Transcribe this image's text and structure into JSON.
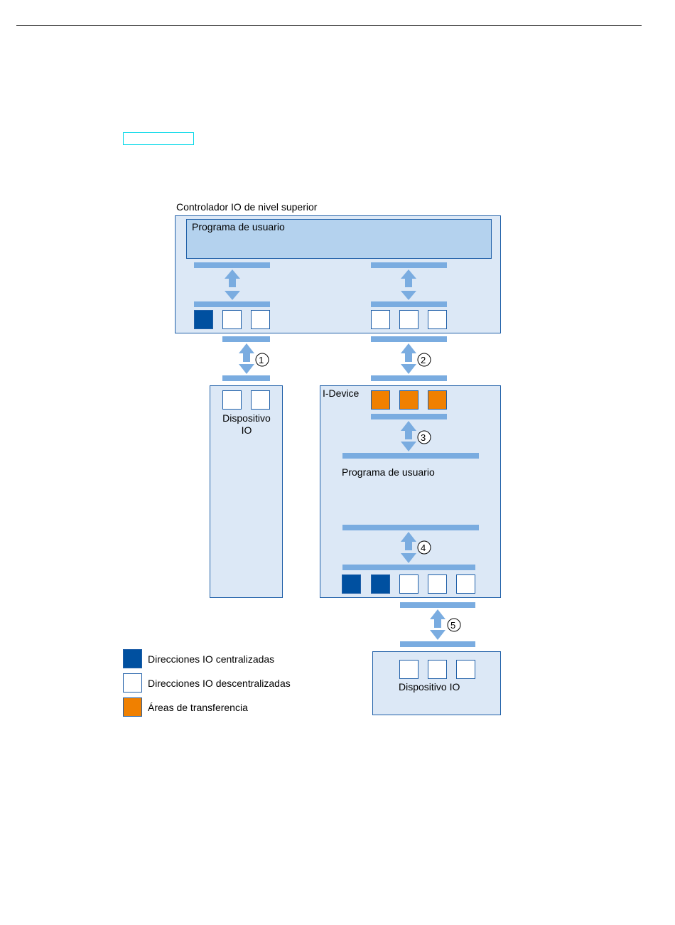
{
  "diagram": {
    "controller_title": "Controlador IO de nivel superior",
    "controller_program": "Programa de usuario",
    "idevice_title": "I-Device",
    "idevice_program": "Programa de usuario",
    "io_device_left": "Dispositivo IO",
    "io_device_bottom": "Dispositivo IO",
    "markers": [
      "1",
      "2",
      "3",
      "4",
      "5"
    ]
  },
  "legend": {
    "central": "Direcciones IO centralizadas",
    "decentral": "Direcciones IO descentralizadas",
    "transfer": "Áreas de transferencia"
  },
  "colors": {
    "box_fill": "#dce8f6",
    "box_border": "#1f5fa8",
    "program_fill": "#b4d2ee",
    "bar": "#7aace0",
    "central": "#0050a0",
    "transfer": "#f08000",
    "decentral": "#ffffff"
  }
}
